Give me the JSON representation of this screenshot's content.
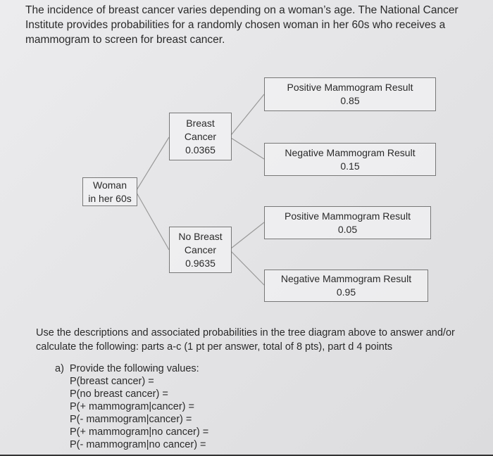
{
  "intro": "The incidence of breast cancer varies depending on a woman’s age. The National Cancer Institute provides probabilities for a randomly chosen woman in her 60s who receives a mammogram to screen for breast cancer.",
  "tree": {
    "root": {
      "label_line1": "Woman",
      "label_line2": "in her 60s"
    },
    "breast_cancer": {
      "line1": "Breast",
      "line2": "Cancer",
      "prob": "0.0365"
    },
    "no_breast_cancer": {
      "line1": "No Breast",
      "line2": "Cancer",
      "prob": "0.9635"
    },
    "bc_positive": {
      "label": "Positive Mammogram Result",
      "prob": "0.85"
    },
    "bc_negative": {
      "label": "Negative Mammogram Result",
      "prob": "0.15"
    },
    "nbc_positive": {
      "label": "Positive Mammogram Result",
      "prob": "0.05"
    },
    "nbc_negative": {
      "label": "Negative Mammogram Result",
      "prob": "0.95"
    }
  },
  "instructions": "Use the descriptions and associated probabilities in the tree diagram above to answer and/or calculate the following: parts a-c (1 pt per answer, total of 8 pts), part d 4 points",
  "part_a": {
    "marker": "a)",
    "lead": "Provide the following values:",
    "items": [
      "P(breast cancer) =",
      "P(no breast cancer) =",
      "P(+ mammogram|cancer) =",
      "P(- mammogram|cancer) =",
      "P(+ mammogram|no cancer) =",
      "P(- mammogram|no cancer) ="
    ]
  }
}
